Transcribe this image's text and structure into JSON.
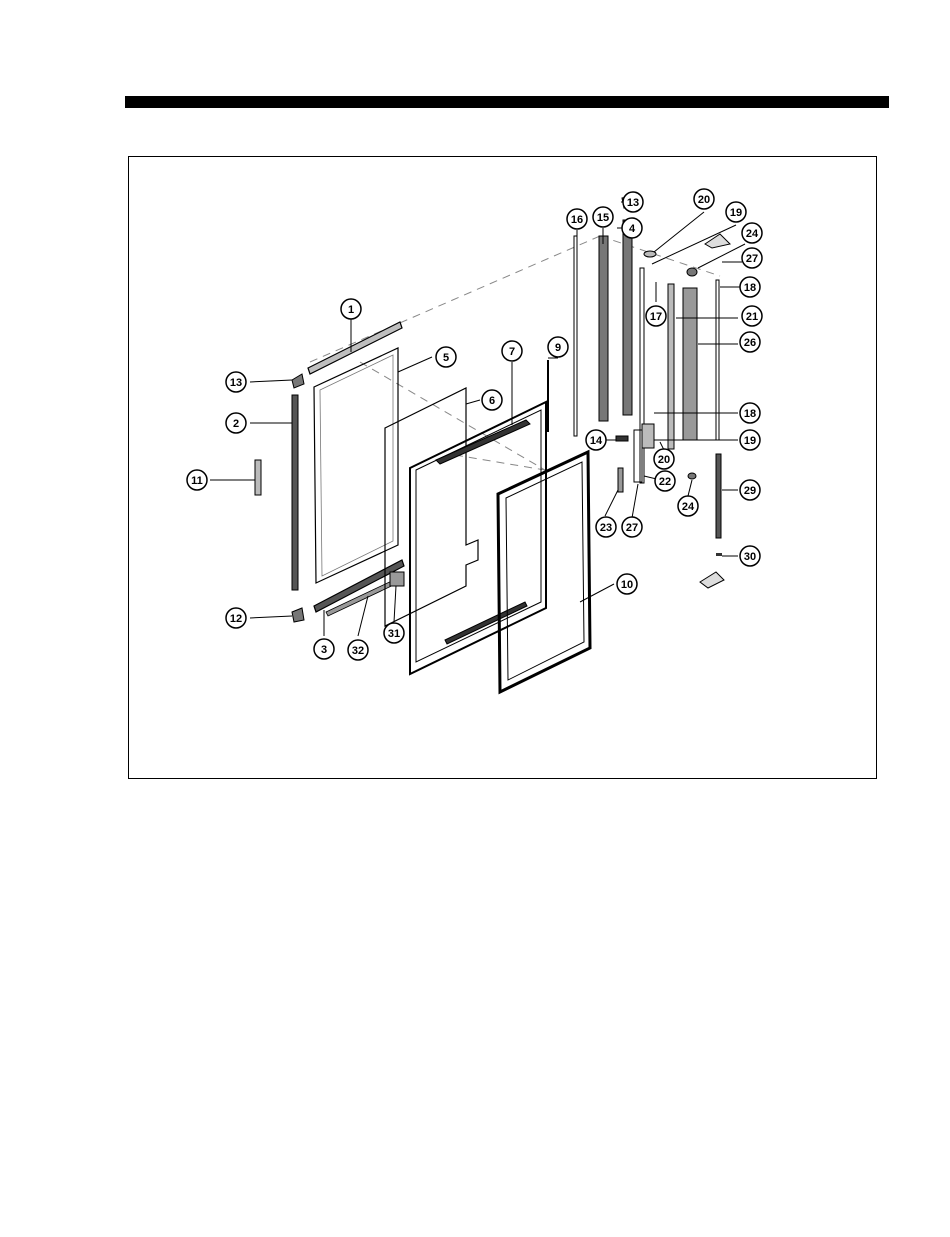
{
  "diagram": {
    "callouts": [
      "1",
      "2",
      "3",
      "4",
      "5",
      "6",
      "7",
      "9",
      "10",
      "11",
      "12",
      "13",
      "13",
      "14",
      "15",
      "16",
      "17",
      "17",
      "18",
      "18",
      "19",
      "19",
      "20",
      "20",
      "21",
      "22",
      "23",
      "24",
      "24",
      "26",
      "27",
      "27",
      "29",
      "30",
      "31",
      "32"
    ],
    "colors": {
      "line": "#000000",
      "part_fill": "#bfbfbf",
      "part_dark": "#555555",
      "dash": "#888888"
    }
  }
}
